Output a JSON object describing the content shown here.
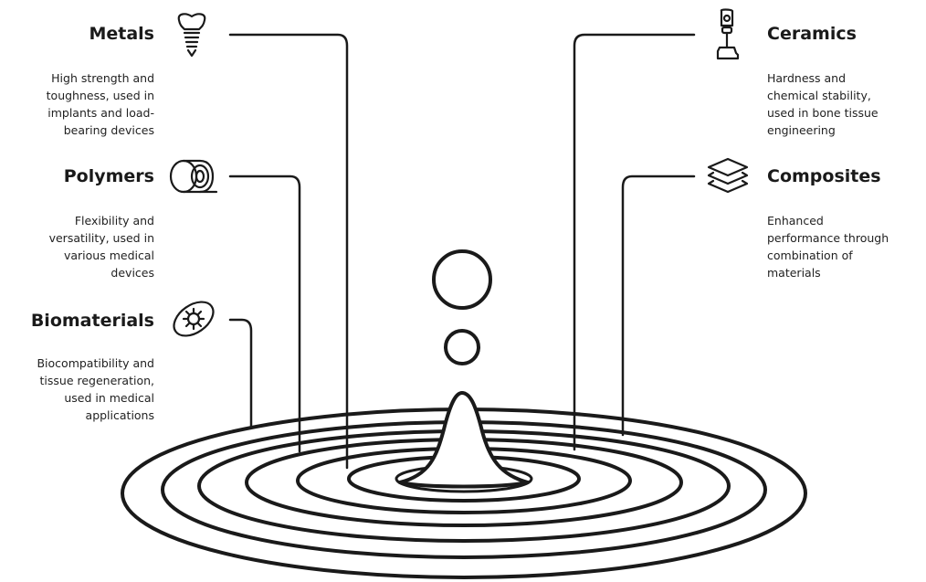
{
  "categories": {
    "metals": {
      "title": "Metals",
      "description": "High strength and\ntoughness, used in\nimplants and load-\nbearing devices",
      "icon": "dental-implant-icon"
    },
    "polymers": {
      "title": "Polymers",
      "description": "Flexibility and\nversatility, used in\nvarious medical\ndevices",
      "icon": "tape-roll-icon"
    },
    "biomaterials": {
      "title": "Biomaterials",
      "description": "Biocompatibility and\ntissue regeneration,\nused in medical\napplications",
      "icon": "cell-icon"
    },
    "ceramics": {
      "title": "Ceramics",
      "description": "Hardness and\nchemical stability,\nused in bone tissue\nengineering",
      "icon": "prosthetic-leg-icon"
    },
    "composites": {
      "title": "Composites",
      "description": "Enhanced\nperformance through\ncombination of\nmaterials",
      "icon": "layers-icon"
    }
  },
  "colors": {
    "ink": "#1a1a1a",
    "background": "#ffffff"
  }
}
